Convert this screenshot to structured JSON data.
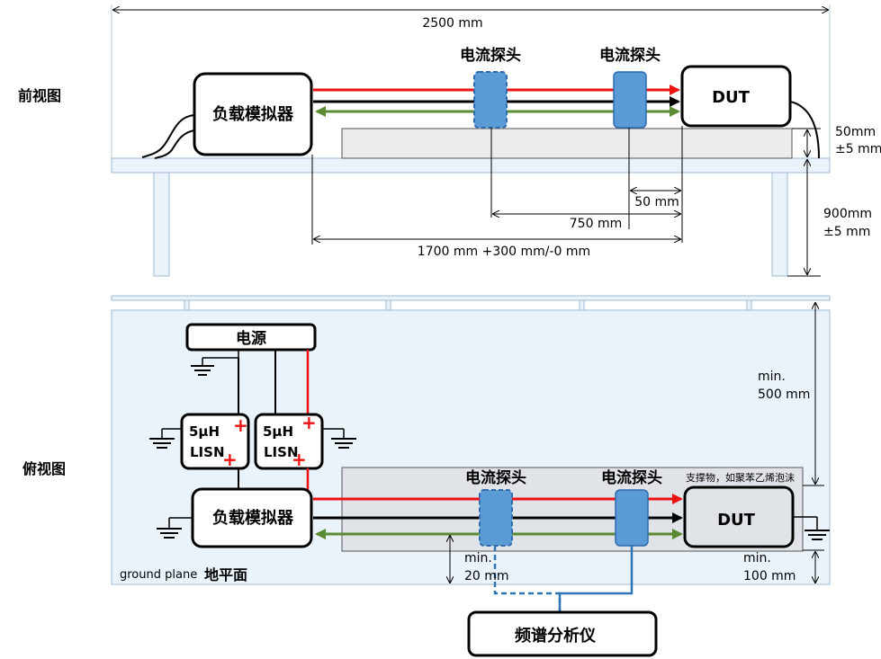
{
  "front_view": {
    "label": "前视图",
    "total_length": "2500 mm",
    "probe1_label": "电流探头",
    "probe2_label": "电流探头",
    "load_sim_label": "负载模拟器",
    "dut_label": "DUT",
    "height_dim_1": "50mm",
    "height_dim_2": "±5 mm",
    "dist_50": "50 mm",
    "dist_750": "750 mm",
    "dist_1700": "1700 mm +300 mm/-0 mm",
    "table_height_1": "900mm",
    "table_height_2": "±5 mm"
  },
  "top_view": {
    "label": "俯视图",
    "power_label": "电源",
    "lisn1_line1": "5μH",
    "lisn1_line2": "LISN",
    "lisn2_line1": "5μH",
    "lisn2_line2": "LISN",
    "plus": "+",
    "load_sim_label": "负载模拟器",
    "probe1_label": "电流探头",
    "probe2_label": "电流探头",
    "support_label": "支撑物，如聚苯乙烯泡沫",
    "dut_label": "DUT",
    "min500_1": "min.",
    "min500_2": "500 mm",
    "min20_1": "min.",
    "min20_2": "20 mm",
    "min100_1": "min.",
    "min100_2": "100 mm",
    "ground_plane_en": "ground plane",
    "ground_plane_cn": "地平面",
    "analyzer_label": "频谱分析仪"
  },
  "colors": {
    "red": "#ee1111",
    "green": "#5a8a32",
    "probe": "#5b9bd5",
    "plane": "#eaf2fa",
    "edge": "#9dbbd6"
  }
}
